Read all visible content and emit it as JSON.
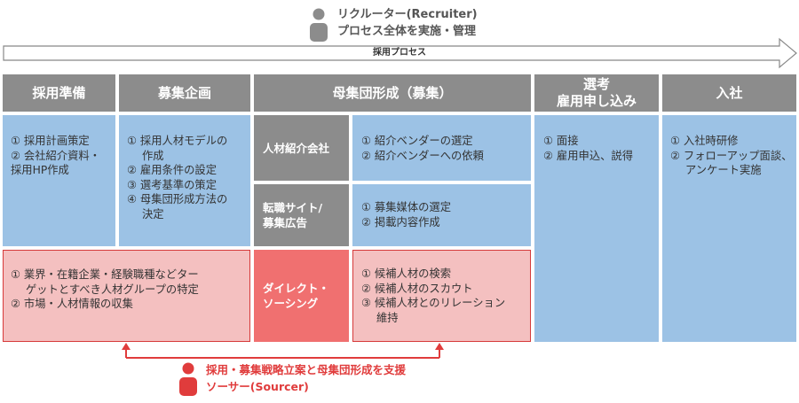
{
  "recruiter": {
    "title": "リクルーター(Recruiter)",
    "subtitle": "プロセス全体を実施・管理",
    "icon": "person-icon",
    "color": "#8c8c8c"
  },
  "process_arrow": {
    "label": "採用プロセス"
  },
  "phases": [
    {
      "label": "採用準備"
    },
    {
      "label": "募集企画"
    },
    {
      "label": "母集団形成（募集）"
    },
    {
      "label_line1": "選考",
      "label_line2": "雇用申し込み"
    },
    {
      "label": "入社"
    }
  ],
  "cells": {
    "prep": {
      "items": [
        "① 採用計画策定",
        "② 会社紹介資料・",
        "採用HP作成"
      ]
    },
    "planning": {
      "items": [
        "① 採用人材モデルの",
        "作成",
        "② 雇用条件の設定",
        "③ 選考基準の策定",
        "④ 母集団形成方法の",
        "決定"
      ]
    },
    "agency": {
      "label": "人材紹介会社",
      "items": [
        "① 紹介ベンダーの選定",
        "② 紹介ベンダーへの依頼"
      ]
    },
    "job_site": {
      "label_line1": "転職サイト/",
      "label_line2": "募集広告",
      "items": [
        "① 募集媒体の選定",
        "② 掲載内容作成"
      ]
    },
    "direct": {
      "label_line1": "ダイレクト・",
      "label_line2": "ソーシング",
      "items": [
        "① 候補人材の検索",
        "② 候補人材のスカウト",
        "③ 候補人材とのリレーション",
        "維持"
      ]
    },
    "research": {
      "items": [
        "① 業界・在籍企業・経験職種などター",
        "ゲットとすべき人材グループの特定",
        "② 市場・人材情報の収集"
      ]
    },
    "selection": {
      "items": [
        "① 面接",
        "② 雇用申込、説得"
      ]
    },
    "onboarding": {
      "items": [
        "① 入社時研修",
        "② フォローアップ面談、",
        "アンケート実施"
      ]
    }
  },
  "sourcer": {
    "title": "採用・募集戦略立案と母集団形成を支援",
    "subtitle": "ソーサー(Sourcer)",
    "icon": "person-icon",
    "color": "#e03c3c"
  },
  "colors": {
    "header_grey": "#8c8c8c",
    "cell_blue": "#9cc2e5",
    "cell_pink": "#f4c0c0",
    "accent_red": "#e03c3c",
    "direct_red": "#f07070"
  }
}
